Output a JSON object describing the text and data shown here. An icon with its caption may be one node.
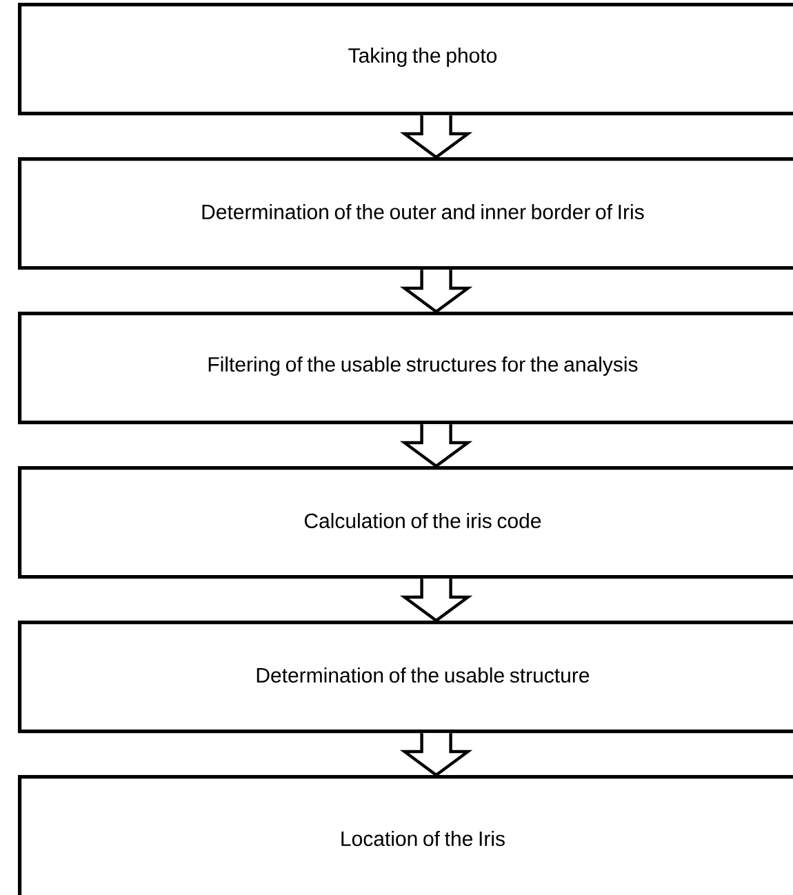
{
  "diagram": {
    "nodes": [
      {
        "text": [
          "Taking the photo"
        ]
      },
      {
        "text": [
          "Determination of the outer and inner border of Iris"
        ]
      },
      {
        "text": [
          "Filtering of the usable structures for the analysis"
        ]
      },
      {
        "text": [
          "Calculation of the iris code"
        ]
      },
      {
        "text": [
          "Determination of the usable structure"
        ]
      },
      {
        "text": [
          "Location of the Iris"
        ]
      }
    ],
    "edges": [
      {
        "from": 0,
        "to": 1,
        "arrow": "to"
      },
      {
        "from": 1,
        "to": 2,
        "arrow": "to"
      },
      {
        "from": 2,
        "to": 3,
        "arrow": "to"
      },
      {
        "from": 3,
        "to": 4,
        "arrow": "to"
      },
      {
        "from": 4,
        "to": 5,
        "arrow": "to"
      }
    ]
  }
}
